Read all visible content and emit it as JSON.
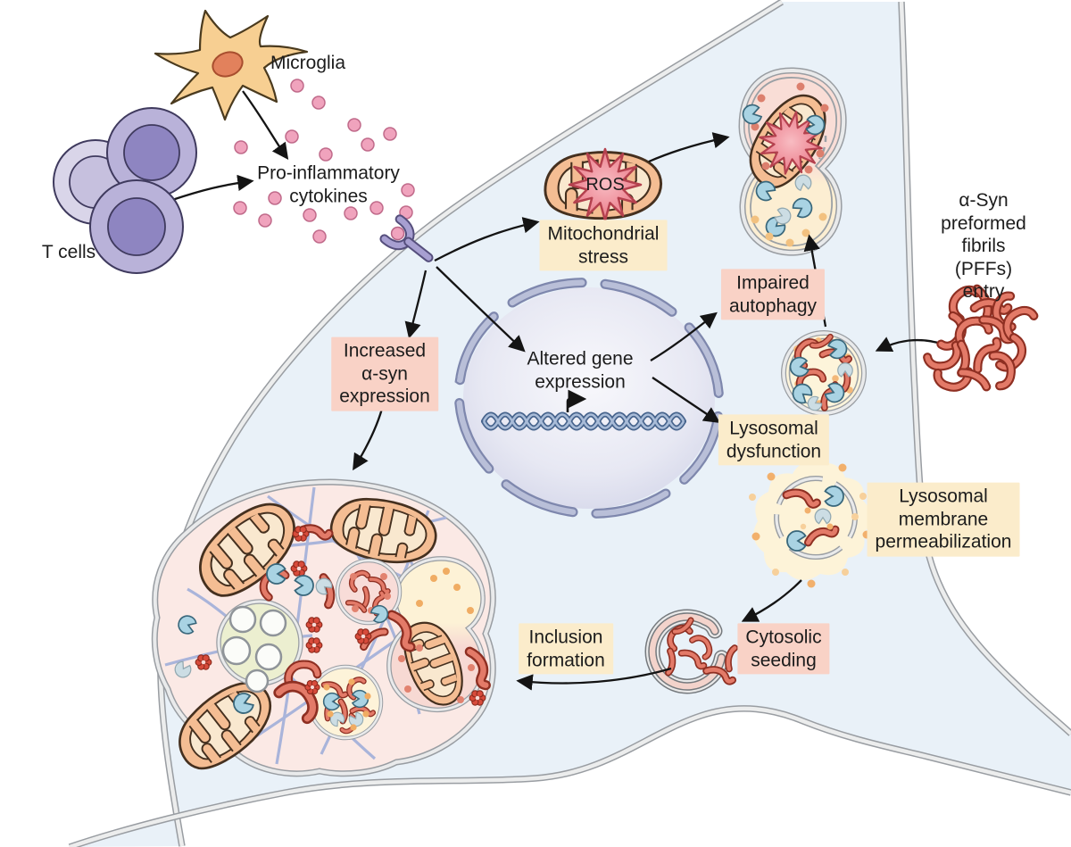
{
  "figure": {
    "type": "cell-pathway-diagram",
    "labels": {
      "microglia": "Microglia",
      "t_cells": "T cells",
      "cytokines": "Pro-inflammatory\ncytokines",
      "mito_stress": "Mitochondrial\nstress",
      "ros": "ROS",
      "altered_gene": "Altered gene\nexpression",
      "increased_asyn": "Increased\nα-syn\nexpression",
      "impaired_autophagy": "Impaired\nautophagy",
      "lysosomal_dysfunction": "Lysosomal\ndysfunction",
      "pff_entry": "α-Syn\npreformed\nfibrils (PFFs)\nentry",
      "lmp": "Lysosomal\nmembrane\npermeabilization",
      "cytosolic_seeding": "Cytosolic\nseeding",
      "inclusion_formation": "Inclusion\nformation"
    },
    "colors": {
      "label_cream": "#fbeccb",
      "label_pink": "#f9d2c6",
      "cytoplasm": "#e9f1f8",
      "membrane_gray": "#999da2",
      "fibril_red": "#e37a68",
      "cytokine_pink": "#f0a3bd",
      "mitochondrion_peach": "#f5c8a0",
      "ros_star_pink": "#ef8f9b",
      "nucleus_border_blue": "#8a92b8",
      "enzyme_blue": "#a9d3e3",
      "inclusion_fill": "#fbe9e5"
    }
  }
}
